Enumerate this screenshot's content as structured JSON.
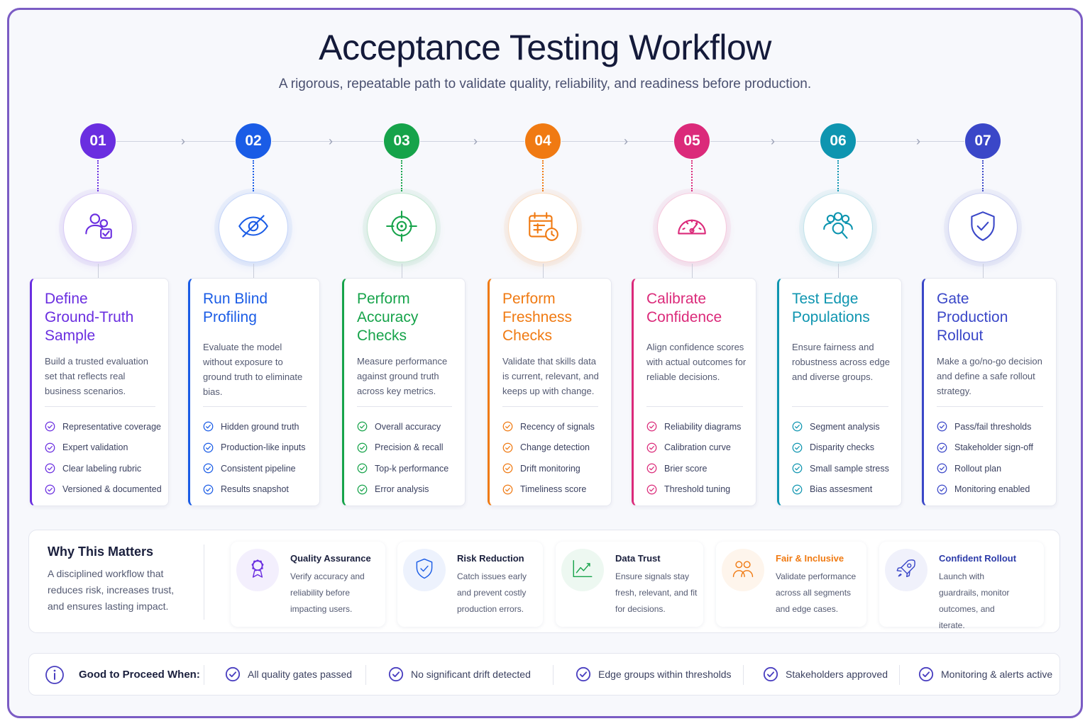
{
  "title": "Acceptance Testing Workflow",
  "subtitle": "A rigorous, repeatable path to validate quality, reliability, and readiness before production.",
  "steps": [
    {
      "num": "01",
      "color": "#6a2ee0",
      "icon": "user-check-icon",
      "title_lines": [
        "Define",
        "Ground-Truth",
        "Sample"
      ],
      "desc": "Build a trusted evaluation set that reflects real business scenarios.",
      "items": [
        "Representative coverage",
        "Expert validation",
        "Clear labeling rubric",
        "Versioned & documented"
      ]
    },
    {
      "num": "02",
      "color": "#1a5ce6",
      "icon": "eye-off-icon",
      "title_lines": [
        "Run Blind",
        "Profiling"
      ],
      "desc": "Evaluate the model without exposure to ground truth to eliminate bias.",
      "items": [
        "Hidden ground truth",
        "Production-like inputs",
        "Consistent pipeline",
        "Results snapshot"
      ]
    },
    {
      "num": "03",
      "color": "#16a34a",
      "icon": "target-icon",
      "title_lines": [
        "Perform",
        "Accuracy",
        "Checks"
      ],
      "desc": "Measure performance against ground truth across key metrics.",
      "items": [
        "Overall accuracy",
        "Precision & recall",
        "Top-k performance",
        "Error analysis"
      ]
    },
    {
      "num": "04",
      "color": "#f07a12",
      "icon": "calendar-clock-icon",
      "title_lines": [
        "Perform",
        "Freshness",
        "Checks"
      ],
      "desc": "Validate that skills data is current, relevant, and keeps up with change.",
      "items": [
        "Recency of signals",
        "Change detection",
        "Drift monitoring",
        "Timeliness score"
      ]
    },
    {
      "num": "05",
      "color": "#db2a7a",
      "icon": "gauge-icon",
      "title_lines": [
        "Calibrate",
        "Confidence"
      ],
      "desc": "Align confidence scores with actual outcomes for reliable decisions.",
      "items": [
        "Reliability diagrams",
        "Calibration curve",
        "Brier score",
        "Threshold tuning"
      ]
    },
    {
      "num": "06",
      "color": "#0e95b0",
      "icon": "users-search-icon",
      "title_lines": [
        "Test Edge",
        "Populations"
      ],
      "desc": "Ensure fairness and robustness across edge and diverse groups.",
      "items": [
        "Segment analysis",
        "Disparity checks",
        "Small sample stress",
        "Bias assesment"
      ]
    },
    {
      "num": "07",
      "color": "#3a47c8",
      "icon": "shield-check-icon",
      "title_lines": [
        "Gate",
        "Production",
        "Rollout"
      ],
      "desc": "Make a go/no-go decision and define a safe rollout strategy.",
      "items": [
        "Pass/fail thresholds",
        "Stakeholder sign-off",
        "Rollout plan",
        "Monitoring enabled"
      ]
    }
  ],
  "why": {
    "title": "Why This Matters",
    "text": "A disciplined workflow that reduces risk, increases trust, and ensures lasting impact.",
    "benefits": [
      {
        "title": "Quality Assurance",
        "text": "Verify accuracy and reliability before impacting users.",
        "icon": "award-icon",
        "color": "#6a2ee0",
        "title_color": "#1a1f3d"
      },
      {
        "title": "Risk Reduction",
        "text": "Catch issues early and prevent costly production errors.",
        "icon": "shield-check-icon",
        "color": "#1a5ce6",
        "title_color": "#1a1f3d"
      },
      {
        "title": "Data Trust",
        "text": "Ensure signals stay fresh, relevant, and fit for decisions.",
        "icon": "trending-up-icon",
        "color": "#16a34a",
        "title_color": "#1a1f3d"
      },
      {
        "title": "Fair & Inclusive",
        "text": "Validate performance across all segments and edge cases.",
        "icon": "users-icon",
        "color": "#f07a12",
        "title_color": "#f07a12"
      },
      {
        "title": "Confident Rollout",
        "text": "Launch with guardrails, monitor outcomes, and iterate.",
        "icon": "rocket-icon",
        "color": "#3a47c8",
        "title_color": "#2b3aa8"
      }
    ]
  },
  "proceed": {
    "label": "Good to Proceed When:",
    "items": [
      "All quality gates passed",
      "No significant drift detected",
      "Edge groups within thresholds",
      "Stakeholders approved",
      "Monitoring & alerts active"
    ]
  }
}
